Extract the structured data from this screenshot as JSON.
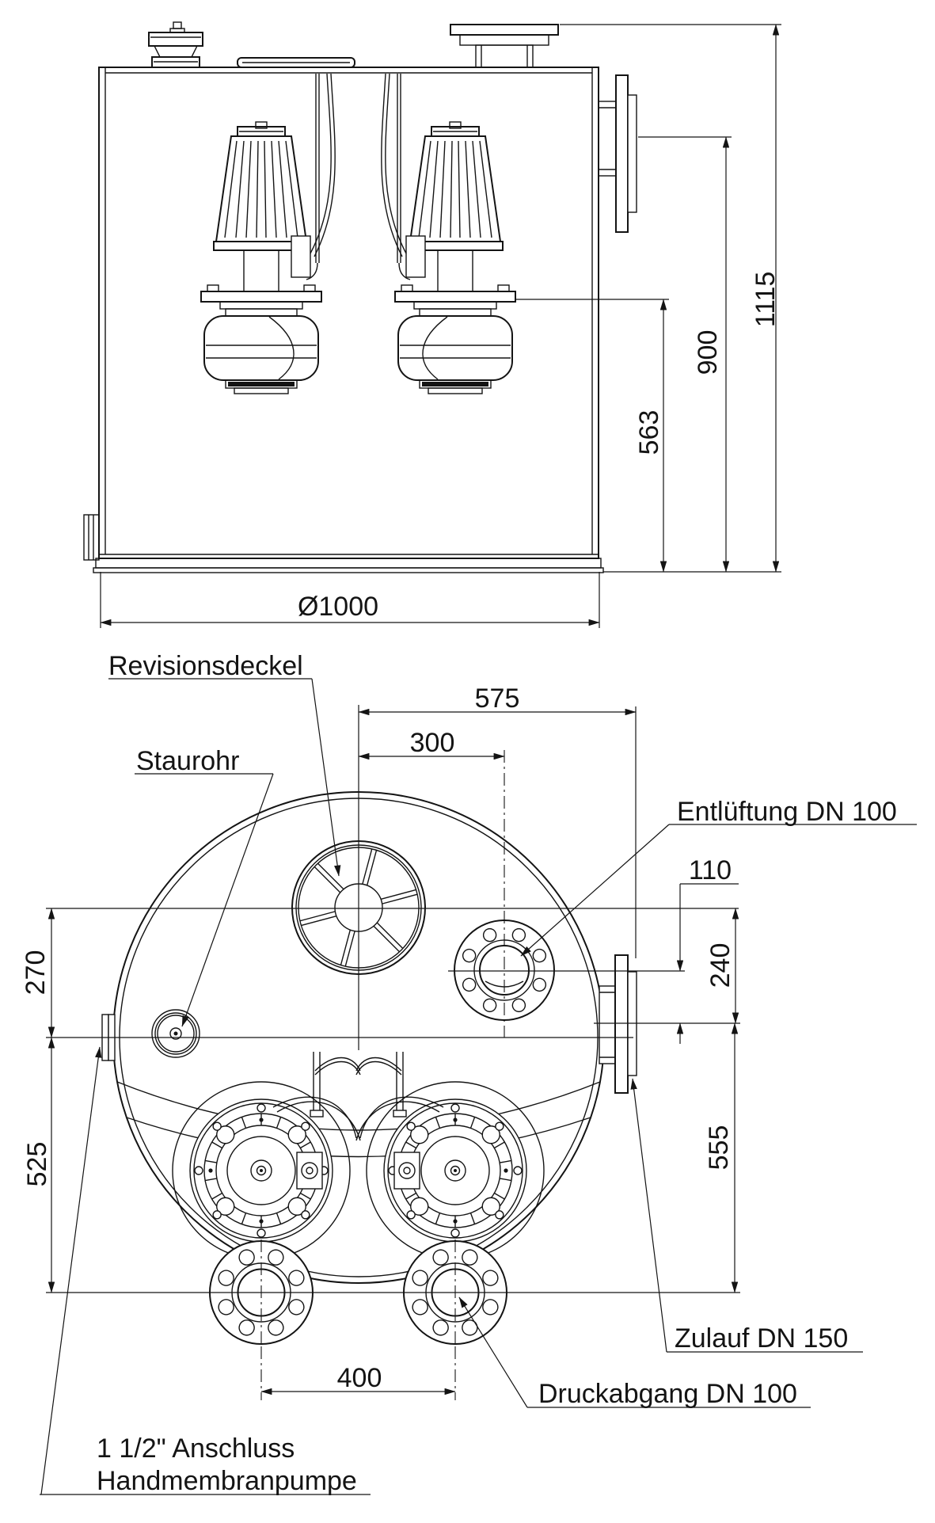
{
  "page": {
    "background": "#ffffff",
    "line_color": "#141414"
  },
  "elevation": {
    "dims": {
      "pump_flange_height": "563",
      "inlet_height": "900",
      "total_height": "1115",
      "tank_diameter": "Ø1000"
    }
  },
  "plan": {
    "dims": {
      "center_to_inlet": "575",
      "center_to_vent": "300",
      "vent_to_inlet_offset": "110",
      "cover_to_inlet": "240",
      "inlet_to_outlet": "555",
      "cover_to_center": "270",
      "center_to_outlet": "525",
      "outlet_spacing": "400"
    },
    "labels": {
      "revision_cover": "Revisionsdeckel",
      "stau_pipe": "Staurohr",
      "vent": "Entlüftung DN 100",
      "inlet": "Zulauf DN 150",
      "pressure_outlet": "Druckabgang DN 100",
      "hand_pump_line1": "1 1/2\" Anschluss",
      "hand_pump_line2": "Handmembranpumpe"
    }
  }
}
